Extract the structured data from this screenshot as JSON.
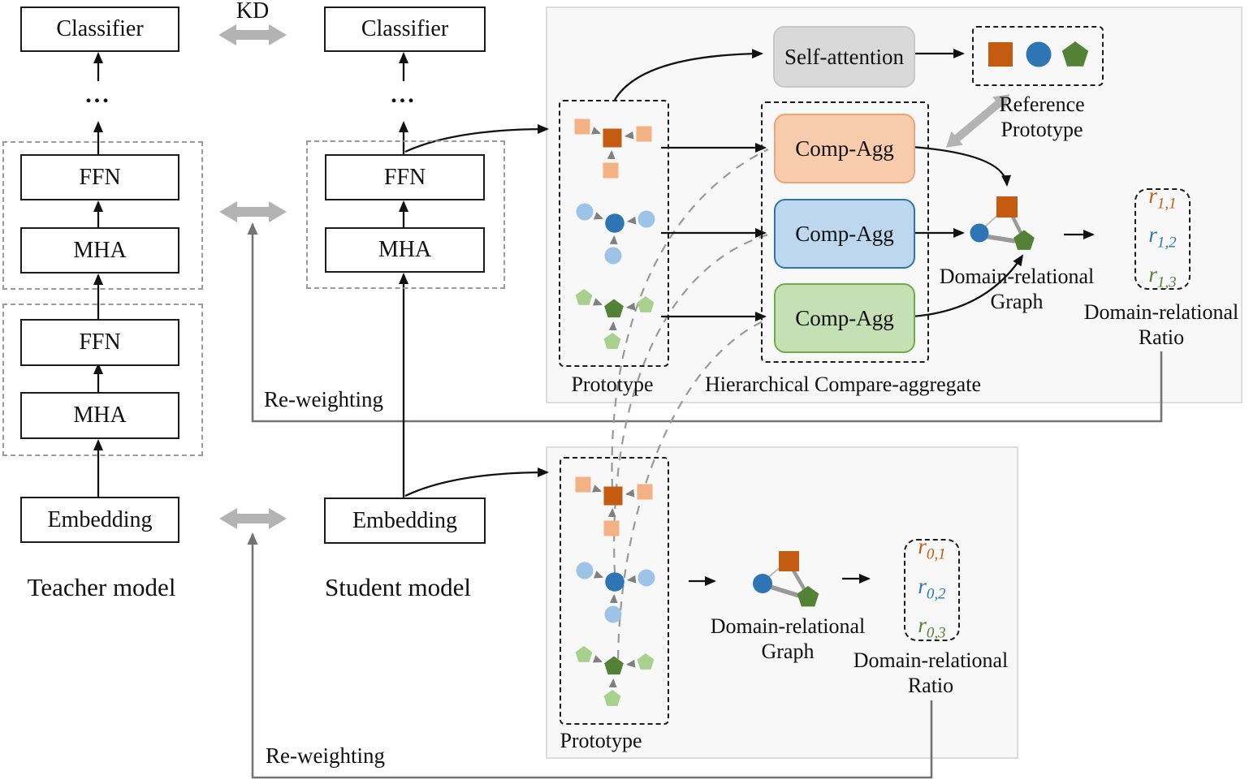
{
  "kd_label": "KD",
  "teacher": {
    "classifier": "Classifier",
    "ffn1": "FFN",
    "mha1": "MHA",
    "ffn2": "FFN",
    "mha2": "MHA",
    "embedding": "Embedding",
    "dots": "...",
    "caption": "Teacher model"
  },
  "student": {
    "classifier": "Classifier",
    "ffn": "FFN",
    "mha": "MHA",
    "embedding": "Embedding",
    "dots": "...",
    "caption": "Student model"
  },
  "reweighting_top": "Re-weighting",
  "reweighting_bottom": "Re-weighting",
  "top_panel": {
    "self_attention": "Self-attention",
    "reference_prototype_label": "Reference Prototype",
    "prototype_label": "Prototype",
    "hierarchical_label": "Hierarchical Compare-aggregate",
    "comp_agg": [
      "Comp-Agg",
      "Comp-Agg",
      "Comp-Agg"
    ],
    "graph_label_line1": "Domain-relational",
    "graph_label_line2": "Graph",
    "ratio_label_line1": "Domain-relational",
    "ratio_label_line2": "Ratio",
    "ratios": [
      {
        "base": "r",
        "sub": "1,1"
      },
      {
        "base": "r",
        "sub": "1,2"
      },
      {
        "base": "r",
        "sub": "1,3"
      }
    ]
  },
  "bottom_panel": {
    "prototype_label": "Prototype",
    "graph_label_line1": "Domain-relational",
    "graph_label_line2": "Graph",
    "ratio_label_line1": "Domain-relational",
    "ratio_label_line2": "Ratio",
    "ratios": [
      {
        "base": "r",
        "sub": "0,1"
      },
      {
        "base": "r",
        "sub": "0,2"
      },
      {
        "base": "r",
        "sub": "0,3"
      }
    ]
  },
  "colors": {
    "orange_dark": "#C55A11",
    "orange_light": "#F4B183",
    "orange_fill": "#F8CBAD",
    "orange_border": "#E8A577",
    "blue_dark": "#2E75B6",
    "blue_light": "#9DC3E6",
    "blue_fill": "#BDD7EE",
    "green_dark": "#538135",
    "green_light": "#A9D18E",
    "green_fill": "#C5E0B4",
    "green_border": "#70AD47",
    "self_attention_fill": "#D9D9D9",
    "kd_arrow_gray": "#B3B3B3",
    "reweight_gray": "#737373",
    "dashed_curve_gray": "#999999"
  }
}
